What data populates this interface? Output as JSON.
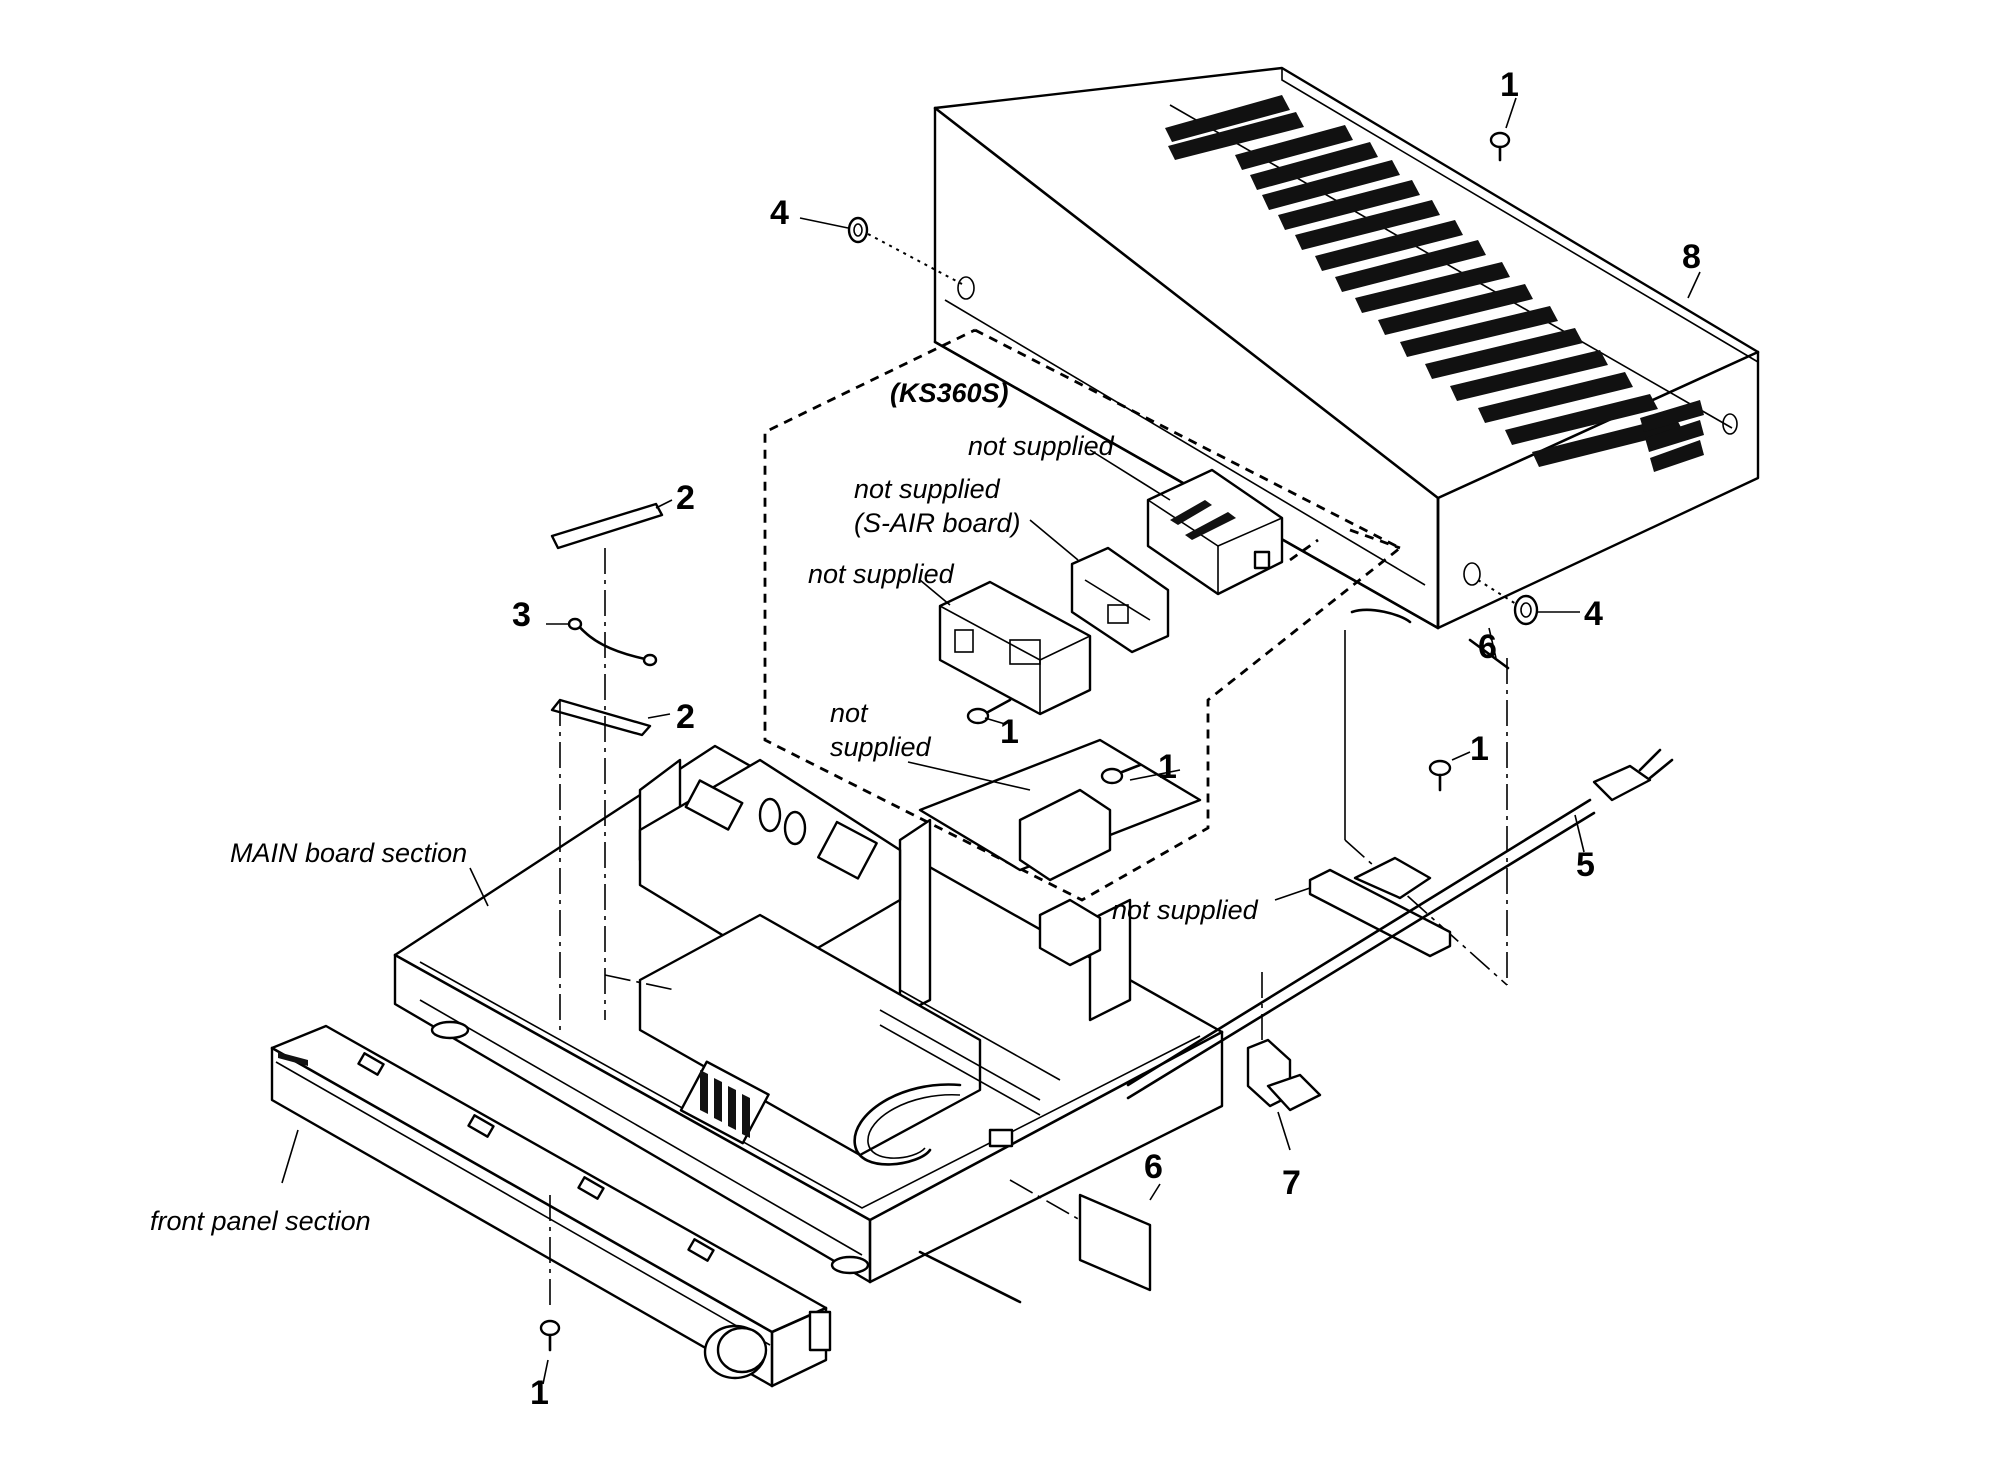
{
  "labels": {
    "n1_top": "1",
    "n4_left": "4",
    "n8": "8",
    "n4_right": "4",
    "n6_right": "6",
    "n1_right": "1",
    "n5": "5",
    "n1_mid": "1",
    "n1_ks": "1",
    "n2_top": "2",
    "n3": "3",
    "n2_bottom": "2",
    "n7": "7",
    "n6_bottom": "6",
    "n1_bottom": "1",
    "ks360s": "(KS360S)",
    "not_supplied_1": "not supplied",
    "not_supplied_2a": "not supplied",
    "not_supplied_2b": "(S-AIR board)",
    "not_supplied_3": "not supplied",
    "not_supplied_4a": "not",
    "not_supplied_4b": "supplied",
    "not_supplied_5": "not supplied",
    "main_board": "MAIN board section",
    "front_panel": "front panel section"
  },
  "colors": {
    "ink": "#000000",
    "paper": "#ffffff"
  }
}
